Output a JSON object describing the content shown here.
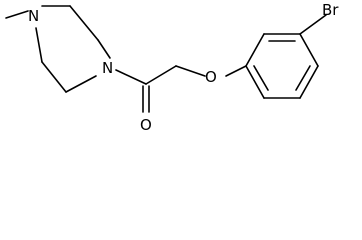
{
  "molecule": {
    "atoms": {
      "n_methyl": "N",
      "n_amide": "N",
      "o_carbonyl": "O",
      "o_ether": "O",
      "br": "Br"
    }
  },
  "colors": {
    "bond": "#000000",
    "text": "#000000",
    "background": "#ffffff"
  }
}
